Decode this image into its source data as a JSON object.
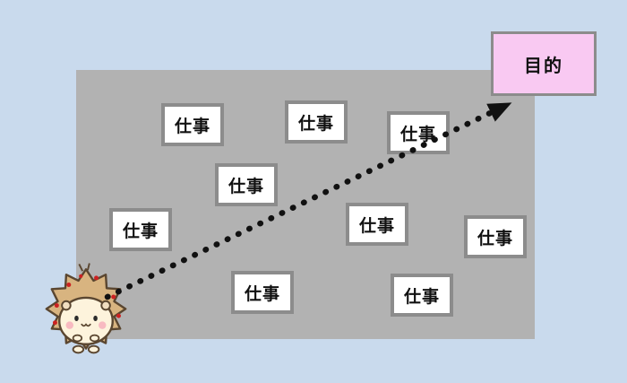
{
  "diagram": {
    "goal": {
      "label": "目的"
    },
    "tasks": [
      "仕事",
      "仕事",
      "仕事",
      "仕事",
      "仕事",
      "仕事",
      "仕事",
      "仕事",
      "仕事"
    ],
    "character": {
      "name": "hedgehog",
      "description": "cartoon hedgehog at bottom left"
    },
    "arrow": {
      "style": "dotted",
      "from": "hedgehog",
      "to": "goal"
    },
    "colors": {
      "background": "#c9daed",
      "board": "#b2b2b2",
      "task_fill": "#ffffff",
      "task_border": "#8c8c8c",
      "goal_fill": "#f9c9f2",
      "arrow": "#111111"
    }
  }
}
